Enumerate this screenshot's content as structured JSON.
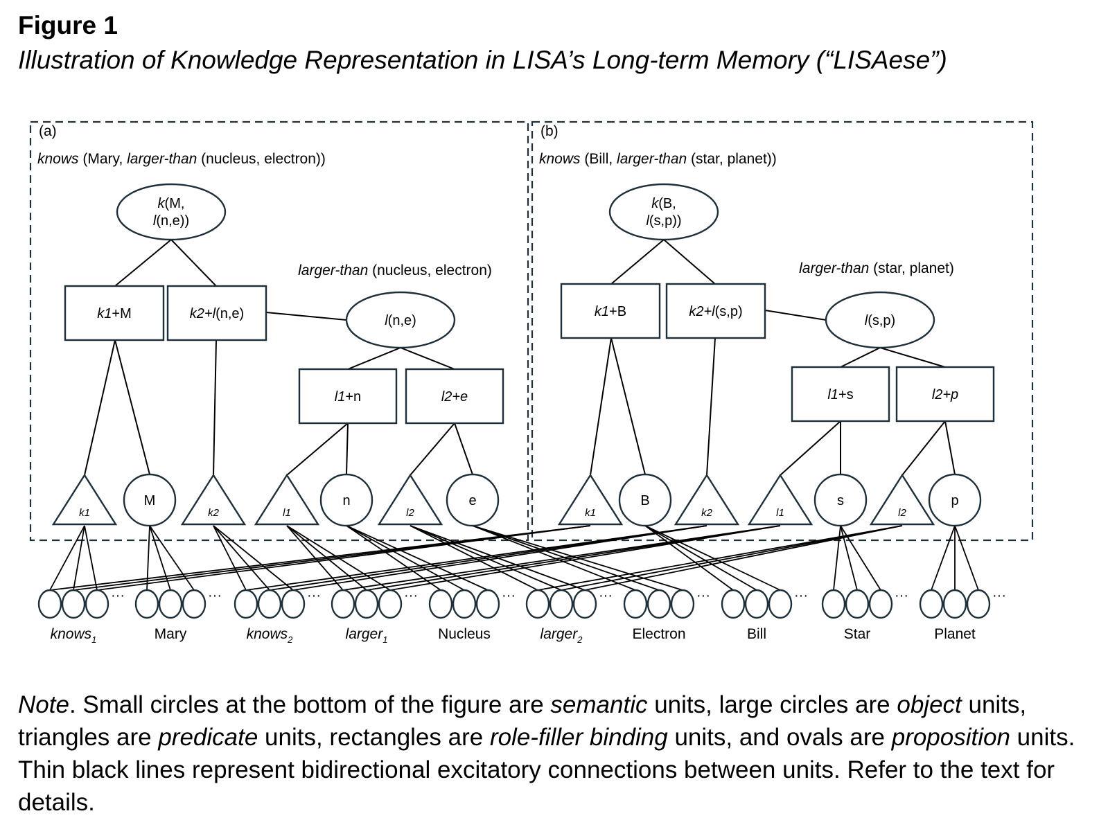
{
  "figure": {
    "number": "Figure 1",
    "title": "Illustration of Knowledge Representation in LISA’s Long-term Memory (“LISAese”)"
  },
  "panels": [
    {
      "id": "a",
      "label": "(a)",
      "proposition_text": [
        {
          "t": "knows",
          "i": true
        },
        {
          "t": " (Mary, ",
          "i": false
        },
        {
          "t": "larger-than",
          "i": true
        },
        {
          "t": " (nucleus, electron))",
          "i": false
        }
      ],
      "sub_proposition_text": [
        {
          "t": "larger-than",
          "i": true
        },
        {
          "t": " (nucleus, electron)",
          "i": false
        }
      ],
      "top_proposition": {
        "line1": [
          {
            "t": "k",
            "i": true
          },
          {
            "t": "(M,",
            "i": false
          }
        ],
        "line2": [
          {
            "t": "l",
            "i": true
          },
          {
            "t": "(n,e))",
            "i": false
          }
        ]
      },
      "sub_proposition": [
        {
          "t": "l",
          "i": true
        },
        {
          "t": "(n,e)",
          "i": false
        }
      ],
      "bindings_top": [
        [
          {
            "t": "k1",
            "i": true
          },
          {
            "t": "+M",
            "i": false
          }
        ],
        [
          {
            "t": "k2+",
            "i": true
          },
          {
            "t": "l",
            "i": true
          },
          {
            "t": "(n,e)",
            "i": false
          }
        ]
      ],
      "bindings_sub": [
        [
          {
            "t": "l1",
            "i": true
          },
          {
            "t": "+n",
            "i": false
          }
        ],
        [
          {
            "t": "l2+e",
            "i": true
          }
        ]
      ],
      "units": [
        {
          "type": "predicate",
          "label": "k1"
        },
        {
          "type": "object",
          "label": "M"
        },
        {
          "type": "predicate",
          "label": "k2"
        },
        {
          "type": "predicate",
          "label": "l1"
        },
        {
          "type": "object",
          "label": "n"
        },
        {
          "type": "predicate",
          "label": "l2"
        },
        {
          "type": "object",
          "label": "e"
        }
      ]
    },
    {
      "id": "b",
      "label": "(b)",
      "proposition_text": [
        {
          "t": "knows",
          "i": true
        },
        {
          "t": " (Bill, ",
          "i": false
        },
        {
          "t": "larger-than",
          "i": true
        },
        {
          "t": " (star, planet))",
          "i": false
        }
      ],
      "sub_proposition_text": [
        {
          "t": "larger-than",
          "i": true
        },
        {
          "t": " (star, planet)",
          "i": false
        }
      ],
      "top_proposition": {
        "line1": [
          {
            "t": "k",
            "i": true
          },
          {
            "t": "(B,",
            "i": false
          }
        ],
        "line2": [
          {
            "t": "l",
            "i": true
          },
          {
            "t": "(s,p))",
            "i": false
          }
        ]
      },
      "sub_proposition": [
        {
          "t": "l",
          "i": true
        },
        {
          "t": "(s,p)",
          "i": false
        }
      ],
      "bindings_top": [
        [
          {
            "t": "k1",
            "i": true
          },
          {
            "t": "+B",
            "i": false
          }
        ],
        [
          {
            "t": "k2+",
            "i": true
          },
          {
            "t": "l",
            "i": true
          },
          {
            "t": "(s,p)",
            "i": false
          }
        ]
      ],
      "bindings_sub": [
        [
          {
            "t": "l1",
            "i": true
          },
          {
            "t": "+s",
            "i": false
          }
        ],
        [
          {
            "t": "l2+p",
            "i": true
          }
        ]
      ],
      "units": [
        {
          "type": "predicate",
          "label": "k1"
        },
        {
          "type": "object",
          "label": "B"
        },
        {
          "type": "predicate",
          "label": "k2"
        },
        {
          "type": "predicate",
          "label": "l1"
        },
        {
          "type": "object",
          "label": "s"
        },
        {
          "type": "predicate",
          "label": "l2"
        },
        {
          "type": "object",
          "label": "p"
        }
      ]
    }
  ],
  "semantic_groups": [
    {
      "label": "knows",
      "sub": "1",
      "italic": true
    },
    {
      "label": "Mary",
      "sub": "",
      "italic": false
    },
    {
      "label": "knows",
      "sub": "2",
      "italic": true
    },
    {
      "label": "larger",
      "sub": "1",
      "italic": true
    },
    {
      "label": "Nucleus",
      "sub": "",
      "italic": false
    },
    {
      "label": "larger",
      "sub": "2",
      "italic": true
    },
    {
      "label": "Electron",
      "sub": "",
      "italic": false
    },
    {
      "label": "Bill",
      "sub": "",
      "italic": false
    },
    {
      "label": "Star",
      "sub": "",
      "italic": false
    },
    {
      "label": "Planet",
      "sub": "",
      "italic": false
    }
  ],
  "connections": {
    "a": [
      "knows1",
      "Mary",
      "knows2",
      "larger1",
      "Nucleus",
      "larger2",
      "Electron"
    ],
    "b": [
      "knows1",
      "Bill",
      "knows2",
      "larger1",
      "Star",
      "larger2",
      "Planet"
    ]
  },
  "ellipsis": "···",
  "note": [
    {
      "t": "Note",
      "i": true
    },
    {
      "t": ". Small circles at the bottom of the figure are ",
      "i": false
    },
    {
      "t": "semantic",
      "i": true
    },
    {
      "t": " units, large circles are ",
      "i": false
    },
    {
      "t": "object",
      "i": true
    },
    {
      "t": " units, triangles are ",
      "i": false
    },
    {
      "t": "predicate",
      "i": true
    },
    {
      "t": " units, rectangles are ",
      "i": false
    },
    {
      "t": "role-filler binding",
      "i": true
    },
    {
      "t": " units, and ovals are ",
      "i": false
    },
    {
      "t": "proposition",
      "i": true
    },
    {
      "t": " units. Thin black lines represent bidirectional excitatory connections between units. Refer to the text for details.",
      "i": false
    }
  ],
  "colors": {
    "stroke": "#1f2f3a",
    "line": "#000000",
    "background": "#ffffff"
  }
}
